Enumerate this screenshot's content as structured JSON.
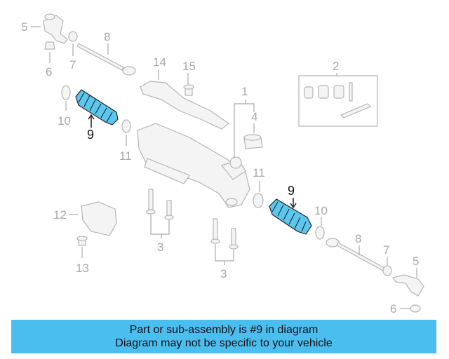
{
  "callouts": {
    "c1": "1",
    "c2": "2",
    "c3a": "3",
    "c3b": "3",
    "c4": "4",
    "c5a": "5",
    "c5b": "5",
    "c6a": "6",
    "c6b": "6",
    "c7a": "7",
    "c7b": "7",
    "c8a": "8",
    "c8b": "8",
    "c9a": "9",
    "c9b": "9",
    "c10a": "10",
    "c10b": "10",
    "c11a": "11",
    "c11b": "11",
    "c12": "12",
    "c13": "13",
    "c14": "14",
    "c15": "15"
  },
  "highlight_color": "#5bc6ee",
  "banner": {
    "line1": "Part or sub-assembly is #9 in diagram",
    "line2": "Diagram may not be specific to your vehicle",
    "color": "#4bbef0"
  }
}
